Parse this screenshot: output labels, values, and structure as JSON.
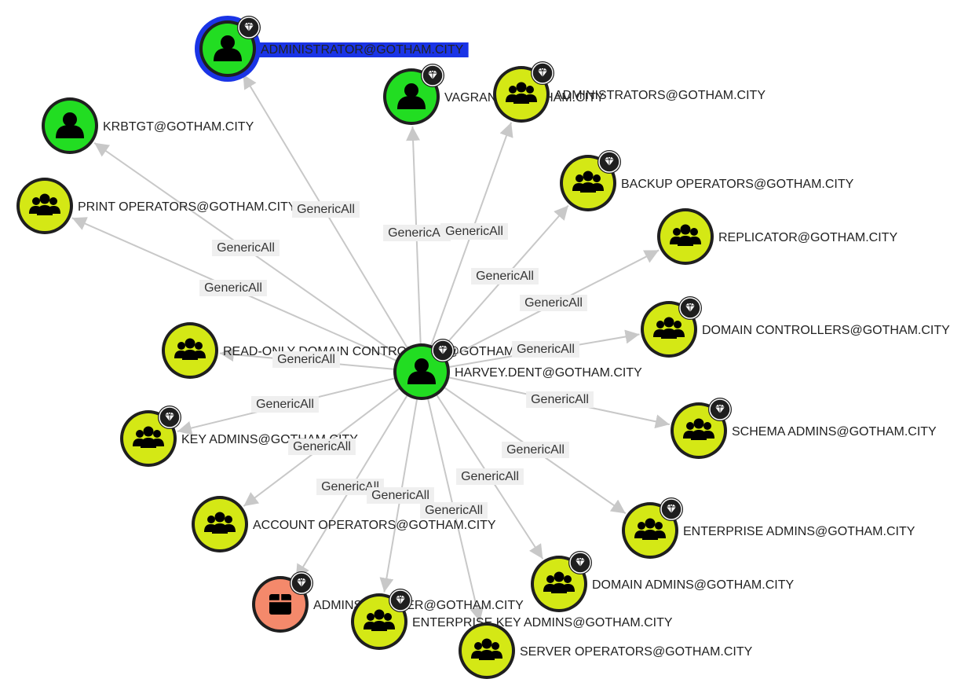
{
  "graph": {
    "colors": {
      "user": "#22dd22",
      "group": "#d4e815",
      "ou": "#f4896b",
      "border": "#1f1f1f",
      "selected_ring": "#1a34e6",
      "selected_label_bg": "#1a34e6",
      "edge": "#c8c8c8"
    },
    "center": {
      "label": "HARVEY.DENT@GOTHAM.CITY",
      "type": "user",
      "icon": "user-icon"
    },
    "nodes": [
      {
        "id": "administrator",
        "label": "ADMINISTRATOR@GOTHAM.CITY",
        "type": "user",
        "icon": "user-icon",
        "high_value": true,
        "selected": true
      },
      {
        "id": "krbtgt",
        "label": "KRBTGT@GOTHAM.CITY",
        "type": "user",
        "icon": "user-icon",
        "high_value": false
      },
      {
        "id": "vagrant",
        "label": "VAGRANT@GOTHAM.CITY",
        "type": "user",
        "icon": "user-icon",
        "high_value": true
      },
      {
        "id": "administrators",
        "label": "ADMINISTRATORS@GOTHAM.CITY",
        "type": "group",
        "icon": "group-icon",
        "high_value": true
      },
      {
        "id": "print-operators",
        "label": "PRINT OPERATORS@GOTHAM.CITY",
        "type": "group",
        "icon": "group-icon",
        "high_value": false
      },
      {
        "id": "backup-operators",
        "label": "BACKUP OPERATORS@GOTHAM.CITY",
        "type": "group",
        "icon": "group-icon",
        "high_value": true
      },
      {
        "id": "replicator",
        "label": "REPLICATOR@GOTHAM.CITY",
        "type": "group",
        "icon": "group-icon",
        "high_value": false
      },
      {
        "id": "domain-controllers",
        "label": "DOMAIN CONTROLLERS@GOTHAM.CITY",
        "type": "group",
        "icon": "group-icon",
        "high_value": true
      },
      {
        "id": "read-only-dc",
        "label": "READ-ONLY DOMAIN CONTROLLERS@GOTHAM.CITY",
        "type": "group",
        "icon": "group-icon",
        "high_value": false
      },
      {
        "id": "key-admins",
        "label": "KEY ADMINS@GOTHAM.CITY",
        "type": "group",
        "icon": "group-icon",
        "high_value": true
      },
      {
        "id": "schema-admins",
        "label": "SCHEMA ADMINS@GOTHAM.CITY",
        "type": "group",
        "icon": "group-icon",
        "high_value": true
      },
      {
        "id": "account-operators",
        "label": "ACCOUNT OPERATORS@GOTHAM.CITY",
        "type": "group",
        "icon": "group-icon",
        "high_value": false
      },
      {
        "id": "enterprise-admins",
        "label": "ENTERPRISE ADMINS@GOTHAM.CITY",
        "type": "group",
        "icon": "group-icon",
        "high_value": true
      },
      {
        "id": "adminsdholder",
        "label": "ADMINSDHOLDER@GOTHAM.CITY",
        "type": "container",
        "icon": "container-icon",
        "high_value": true
      },
      {
        "id": "domain-admins",
        "label": "DOMAIN ADMINS@GOTHAM.CITY",
        "type": "group",
        "icon": "group-icon",
        "high_value": true
      },
      {
        "id": "enterprise-key-admins",
        "label": "ENTERPRISE KEY ADMINS@GOTHAM.CITY",
        "type": "group",
        "icon": "group-icon",
        "high_value": true
      },
      {
        "id": "server-operators",
        "label": "SERVER OPERATORS@GOTHAM.CITY",
        "type": "group",
        "icon": "group-icon",
        "high_value": false
      }
    ],
    "edges": [
      {
        "to": "administrator",
        "label": "GenericAll"
      },
      {
        "to": "krbtgt",
        "label": "GenericAll"
      },
      {
        "to": "vagrant",
        "label": "GenericAll"
      },
      {
        "to": "administrators",
        "label": "GenericAll"
      },
      {
        "to": "print-operators",
        "label": "GenericAll"
      },
      {
        "to": "backup-operators",
        "label": "GenericAll"
      },
      {
        "to": "replicator",
        "label": "GenericAll"
      },
      {
        "to": "domain-controllers",
        "label": "GenericAll"
      },
      {
        "to": "read-only-dc",
        "label": "GenericAll"
      },
      {
        "to": "key-admins",
        "label": "GenericAll"
      },
      {
        "to": "schema-admins",
        "label": "GenericAll"
      },
      {
        "to": "account-operators",
        "label": "GenericAll"
      },
      {
        "to": "enterprise-admins",
        "label": "GenericAll"
      },
      {
        "to": "adminsdholder",
        "label": "GenericAll"
      },
      {
        "to": "domain-admins",
        "label": "GenericAll"
      },
      {
        "to": "enterprise-key-admins",
        "label": "GenericAll"
      },
      {
        "to": "server-operators",
        "label": "GenericAll"
      }
    ]
  }
}
